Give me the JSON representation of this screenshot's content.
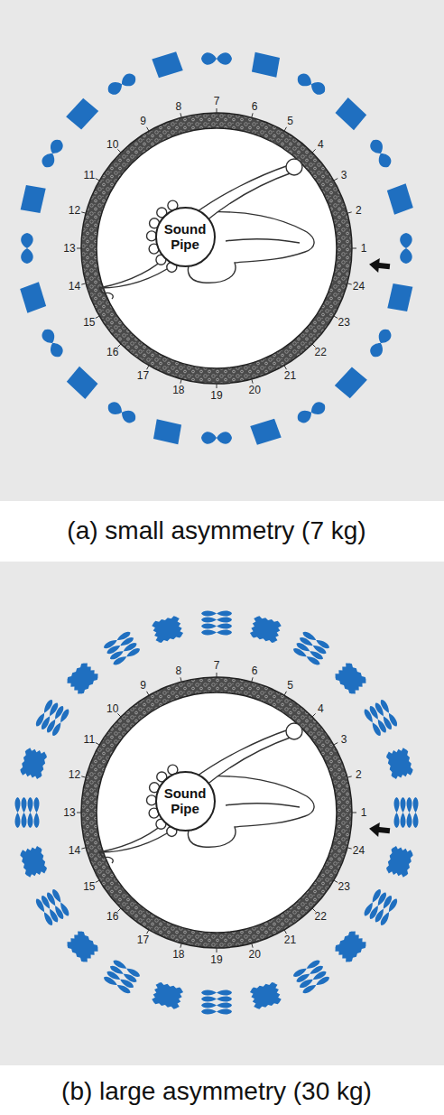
{
  "diagram": {
    "nodes": [
      {
        "text": [
          "Sound Pipe"
        ]
      },
      {
        "text": [
          "Sound Pipe"
        ]
      }
    ],
    "labels": [
      "1",
      "2",
      "3",
      "4",
      "5",
      "6",
      "7",
      "8",
      "9",
      "10",
      "11",
      "12",
      "13",
      "14",
      "15",
      "16",
      "17",
      "18",
      "19",
      "20",
      "21",
      "22",
      "23",
      "24",
      "(a) small asymmetry (7 kg)",
      "1",
      "2",
      "3",
      "4",
      "5",
      "6",
      "7",
      "8",
      "9",
      "10",
      "11",
      "12",
      "13",
      "14",
      "15",
      "16",
      "17",
      "18",
      "19",
      "20",
      "21",
      "22",
      "23",
      "24",
      "(b) large asymmetry (30 kg)"
    ]
  }
}
